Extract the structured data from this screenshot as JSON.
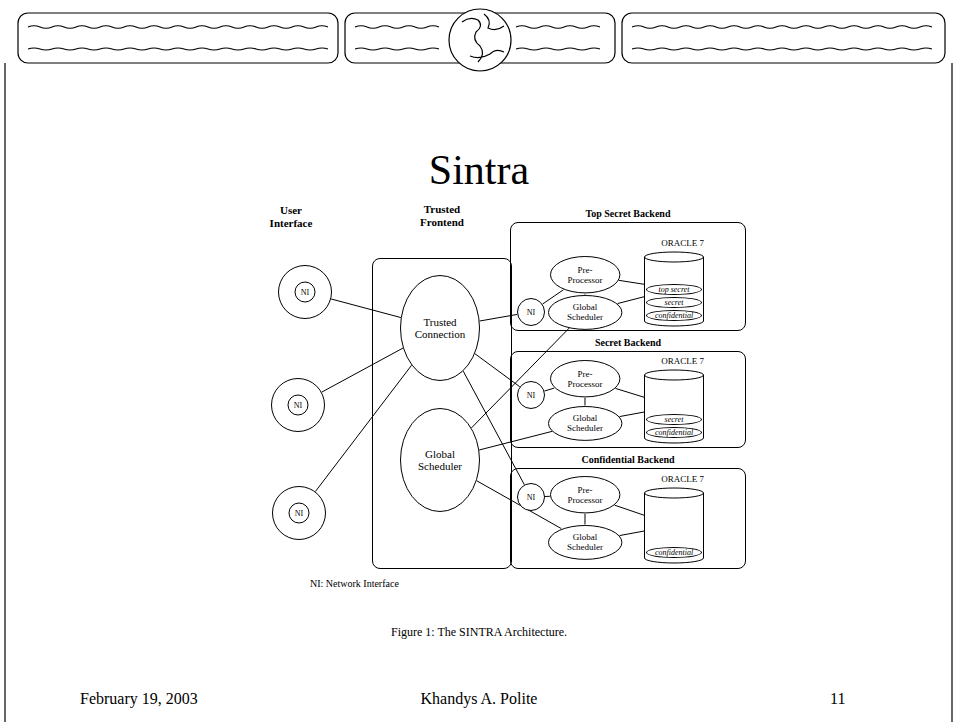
{
  "diagram": {
    "title": "Sintra",
    "caption": "Figure 1: The SINTRA Architecture.",
    "nodes": [
      {
        "text": [
          "NI"
        ]
      },
      {
        "text": [
          "NI"
        ]
      },
      {
        "text": [
          "NI"
        ]
      },
      {
        "text": [
          "Trusted Frontend"
        ]
      },
      {
        "text": [
          "Trusted Connection"
        ],
        "in": 3
      },
      {
        "text": [
          "Global Scheduler"
        ],
        "in": 3
      },
      {
        "text": [
          "Top Secret Backend"
        ]
      },
      {
        "text": [
          "NI"
        ],
        "in": 6
      },
      {
        "text": [
          "Pre- Processor"
        ],
        "in": 6
      },
      {
        "text": [
          "Global Scheduler"
        ],
        "in": 6
      },
      {
        "text": [
          "ORACLE 7",
          "top secret",
          "secret",
          "confidential"
        ],
        "in": 6
      },
      {
        "text": [
          "Secret Backend"
        ]
      },
      {
        "text": [
          "NI"
        ],
        "in": 11
      },
      {
        "text": [
          "Pre- Processor"
        ],
        "in": 11
      },
      {
        "text": [
          "Global Scheduler"
        ],
        "in": 11
      },
      {
        "text": [
          "ORACLE 7",
          "secret",
          "confidential"
        ],
        "in": 11
      },
      {
        "text": [
          "Confidential Backend"
        ]
      },
      {
        "text": [
          "NI"
        ],
        "in": 16
      },
      {
        "text": [
          "Pre- Processor"
        ],
        "in": 16
      },
      {
        "text": [
          "Global Scheduler"
        ],
        "in": 16
      },
      {
        "text": [
          "ORACLE 7",
          "confidential"
        ],
        "in": 16
      }
    ],
    "edges": [
      {
        "from": 0,
        "to": 4,
        "arrow": "none"
      },
      {
        "from": 1,
        "to": 4,
        "arrow": "none"
      },
      {
        "from": 2,
        "to": 4,
        "arrow": "none"
      },
      {
        "from": 4,
        "to": 7,
        "arrow": "none"
      },
      {
        "from": 4,
        "to": 12,
        "arrow": "none"
      },
      {
        "from": 4,
        "to": 17,
        "arrow": "none"
      },
      {
        "from": 5,
        "to": 9,
        "arrow": "none"
      },
      {
        "from": 5,
        "to": 14,
        "arrow": "none"
      },
      {
        "from": 5,
        "to": 19,
        "arrow": "none"
      },
      {
        "from": 7,
        "to": 8,
        "arrow": "none"
      },
      {
        "from": 8,
        "to": 9,
        "arrow": "none"
      },
      {
        "from": 8,
        "to": 10,
        "arrow": "none"
      },
      {
        "from": 9,
        "to": 10,
        "arrow": "none"
      },
      {
        "from": 12,
        "to": 13,
        "arrow": "none"
      },
      {
        "from": 13,
        "to": 14,
        "arrow": "none"
      },
      {
        "from": 13,
        "to": 15,
        "arrow": "none"
      },
      {
        "from": 14,
        "to": 15,
        "arrow": "none"
      },
      {
        "from": 17,
        "to": 18,
        "arrow": "none"
      },
      {
        "from": 18,
        "to": 19,
        "arrow": "none"
      },
      {
        "from": 18,
        "to": 20,
        "arrow": "none"
      },
      {
        "from": 19,
        "to": 20,
        "arrow": "none"
      }
    ],
    "labels": [
      "User Interface",
      "NI: Network Interface",
      "February 19, 2003",
      "Khandys A. Polite",
      "11"
    ]
  }
}
